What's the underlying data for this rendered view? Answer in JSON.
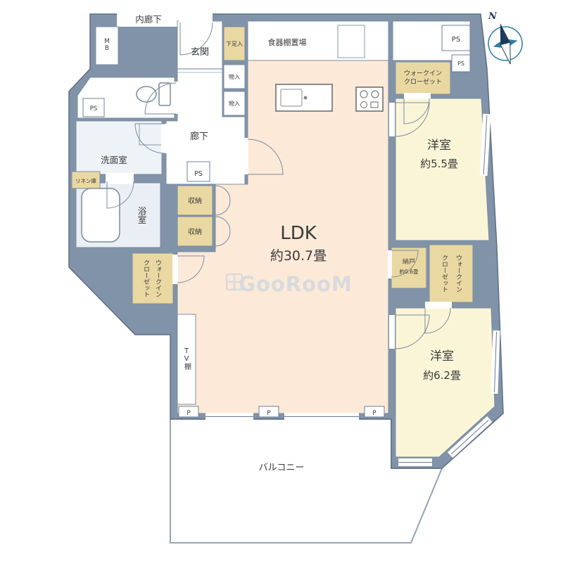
{
  "labels": {
    "corridor": "内廊下",
    "entrance": "玄関",
    "hallway": "廊下",
    "washroom": "洗面室",
    "bathroom": "浴室",
    "linen": "リネン庫",
    "closet": "収納",
    "shoe": "下足入",
    "cabinet": "物入",
    "dish": "食器棚置場",
    "mb": "MB",
    "ps": "PS",
    "p": "P",
    "ldk_name": "LDK",
    "ldk_size": "約30.7畳",
    "b1_name": "洋室",
    "b1_size": "約5.5畳",
    "b2_name": "洋室",
    "b2_size": "約6.2畳",
    "nando_name": "納戸",
    "nando_size": "約0.6畳",
    "wic1": "ウォークイン",
    "wic2": "クローゼット",
    "tv": "TV棚",
    "balcony": "バルコニー",
    "north": "N",
    "watermark": "GooRooM"
  },
  "colors": {
    "wall": "#8093a8",
    "ldk_floor": "#fce9d8",
    "bedroom_floor": "#fbf5d8",
    "closet_floor": "#e9d8a2",
    "bath_floor": "#e9eff4",
    "washroom_floor": "#eef3f7",
    "text": "#3a3a3a",
    "compass_navy": "#1d3a5f",
    "compass_teal": "#2e7f9e",
    "watermark_gray": "#d7dadd",
    "balcony_line": "#97a4b2"
  }
}
